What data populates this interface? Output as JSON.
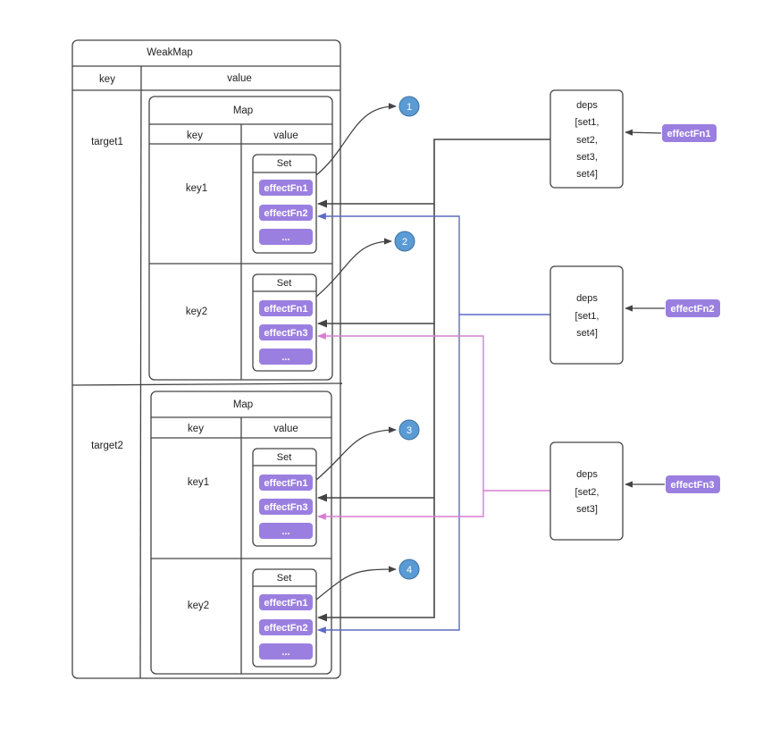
{
  "weakmap": {
    "title": "WeakMap",
    "key_header": "key",
    "value_header": "value",
    "targets": [
      {
        "name": "target1",
        "map": {
          "title": "Map",
          "key_header": "key",
          "value_header": "value",
          "entries": [
            {
              "key": "key1",
              "set": {
                "title": "Set",
                "items": [
                  "effectFn1",
                  "effectFn2",
                  "..."
                ]
              },
              "badge": "1"
            },
            {
              "key": "key2",
              "set": {
                "title": "Set",
                "items": [
                  "effectFn1",
                  "effectFn3",
                  "..."
                ]
              },
              "badge": "2"
            }
          ]
        }
      },
      {
        "name": "target2",
        "map": {
          "title": "Map",
          "key_header": "key",
          "value_header": "value",
          "entries": [
            {
              "key": "key1",
              "set": {
                "title": "Set",
                "items": [
                  "effectFn1",
                  "effectFn3",
                  "..."
                ]
              },
              "badge": "3"
            },
            {
              "key": "key2",
              "set": {
                "title": "Set",
                "items": [
                  "effectFn1",
                  "effectFn2",
                  "..."
                ]
              },
              "badge": "4"
            }
          ]
        }
      }
    ]
  },
  "deps": [
    {
      "title": "deps",
      "lines": [
        "[set1,",
        "set2,",
        "set3,",
        "set4]"
      ],
      "effect": "effectFn1",
      "color": "#444444"
    },
    {
      "title": "deps",
      "lines": [
        "[set1,",
        "set4]"
      ],
      "effect": "effectFn2",
      "color": "#5b6bc4"
    },
    {
      "title": "deps",
      "lines": [
        "[set2,",
        "set3]"
      ],
      "effect": "effectFn3",
      "color": "#d67ed0"
    }
  ],
  "colors": {
    "chip": "#9b7fe0",
    "badge": "#5b9bd5",
    "stroke": "#444444"
  }
}
